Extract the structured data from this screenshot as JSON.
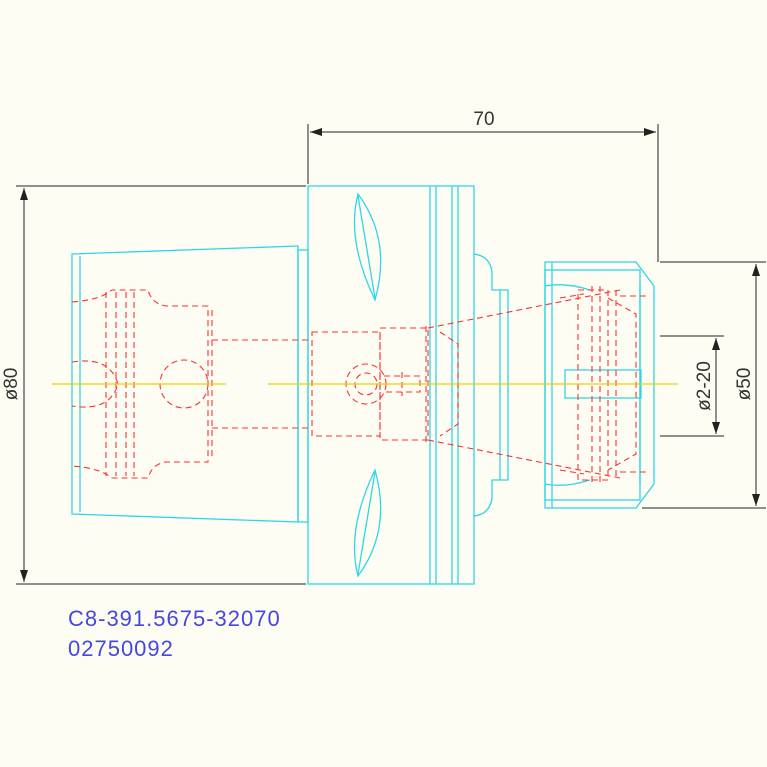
{
  "dimensions": {
    "length": "70",
    "shank_diameter": "ø80",
    "clamping_range": "ø2-20",
    "nose_diameter": "ø50"
  },
  "labels": {
    "part_number": "C8-391.5675-32070",
    "order_number": "02750092"
  },
  "colors": {
    "background": "#fdfdf3",
    "outline": "#2fd6e8",
    "hidden_lines": "#ff3030",
    "center_line": "#e8d200",
    "dimension_lines": "#222222",
    "label_text": "#4646e0"
  }
}
